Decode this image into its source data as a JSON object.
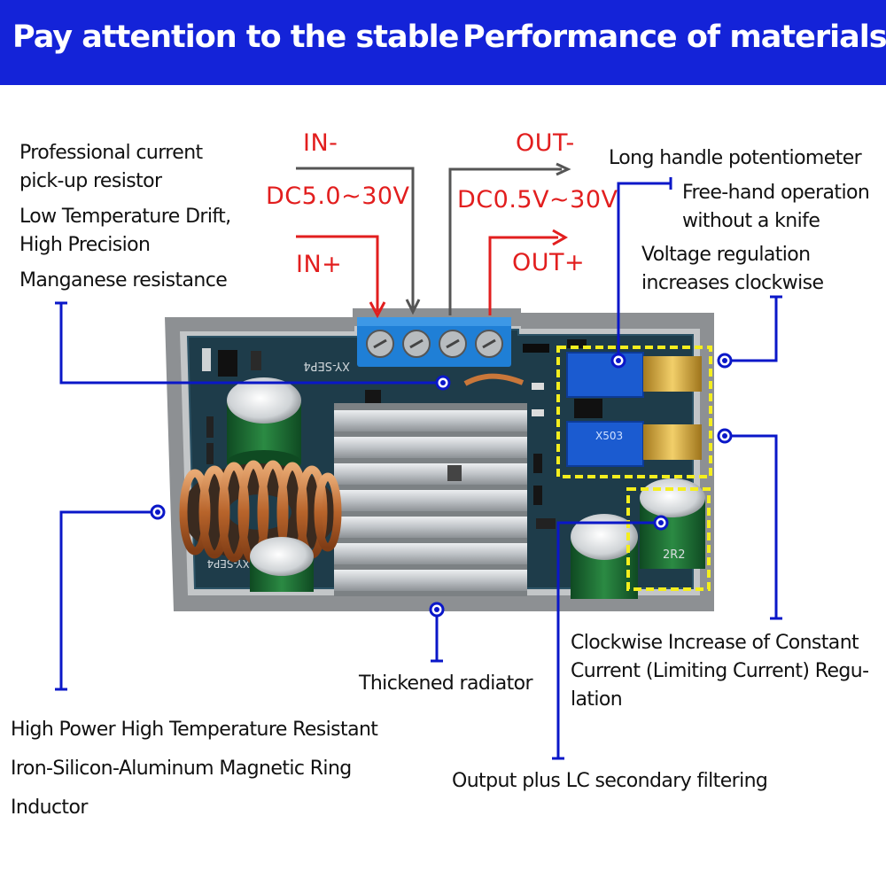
{
  "banner": {
    "title_left": "Pay attention to the stable",
    "title_right": "Performance of materials",
    "bg_color": "#1423d8"
  },
  "terminals": {
    "in_minus": "IN-",
    "in_plus": "IN+",
    "in_range": "DC5.0~30V",
    "out_minus": "OUT-",
    "out_plus": "OUT+",
    "out_range": "DC0.5V~30V"
  },
  "board_marks": {
    "model": "XY-SEP4",
    "model_lower": "XY-SEP4",
    "pot_code": "X503",
    "coil_code": "2R2"
  },
  "callouts": {
    "resistor": [
      "Professional current",
      "pick-up resistor",
      "Low Temperature Drift,",
      "High Precision",
      "Manganese resistance"
    ],
    "potentiometer": "Long handle potentiometer",
    "free_hand": [
      "Free-hand operation",
      "without a knife"
    ],
    "voltage": [
      "Voltage regulation",
      "increases clockwise"
    ],
    "current": [
      "Clockwise Increase of Constant",
      "Current (Limiting Current) Regu-",
      "lation"
    ],
    "radiator": "Thickened radiator",
    "inductor": [
      "High Power High Temperature Resistant",
      "Iron-Silicon-Aluminum Magnetic Ring",
      "Inductor"
    ],
    "filter": "Output plus LC secondary filtering"
  },
  "colors": {
    "leader": "#0a17c8",
    "highlight": "#f4ee1e",
    "red_arrow": "#e21e1e",
    "gray_arrow": "#555555",
    "pcb": "#1e3c4a",
    "terminal": "#1f7fd6"
  }
}
